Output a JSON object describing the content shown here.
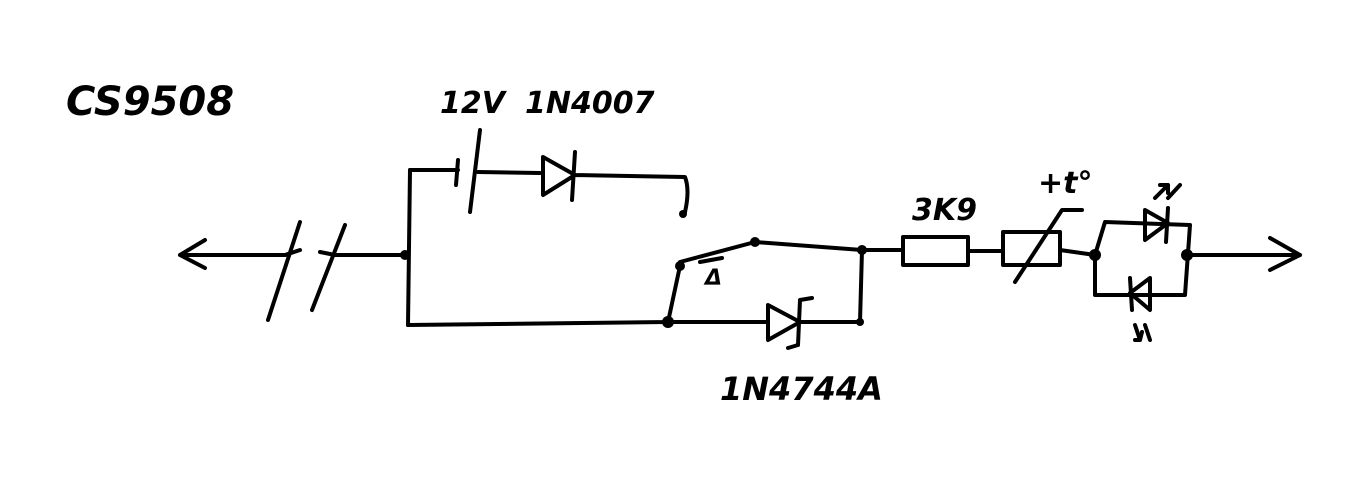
{
  "title": "CS9508",
  "labels": {
    "battery": "12V",
    "diode": "1N4007",
    "switch": "Δ",
    "zener": "1N4744A",
    "resistor": "3K9",
    "thermistor": "+t°"
  },
  "colors": {
    "ink": "#000000",
    "background": "#ffffff"
  }
}
